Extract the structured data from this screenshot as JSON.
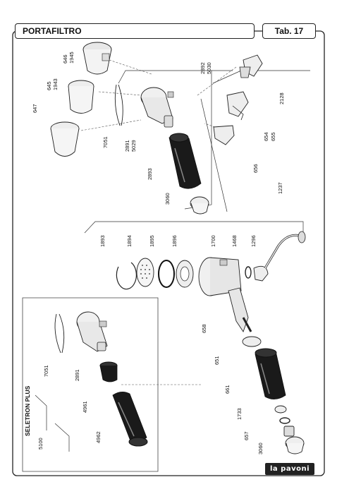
{
  "header": {
    "title": "PORTAFILTRO",
    "tab": "Tab. 17"
  },
  "logo": {
    "text": "la pavoni",
    "kind": "brand-logo"
  },
  "section": {
    "title": "SELETRON PLUS"
  },
  "parts": {
    "p646_1945": [
      "646",
      "1945"
    ],
    "p645_1943": [
      "645",
      "1943"
    ],
    "p647": "647",
    "p7051_top": "7051",
    "p2891_5029": [
      "2891",
      "5029"
    ],
    "p2892_5030": [
      "2892",
      "5030"
    ],
    "p2893": "2893",
    "p3060_top": "3060",
    "p2128": "2128",
    "p654_655": [
      "654",
      "655"
    ],
    "p656": "656",
    "p1237": "1237",
    "p1893": "1893",
    "p1894": "1894",
    "p1895": "1895",
    "p1896": "1896",
    "p1700": "1700",
    "p1468": "1468",
    "p1296": "1296",
    "p658": "658",
    "p651": "651",
    "p661": "661",
    "p1733": "1733",
    "p657": "657",
    "p3060_bot": "3060",
    "p7051_bot": "7051",
    "p2891_bot": "2891",
    "p4961": "4961",
    "p4962": "4962",
    "p5100": "5100"
  }
}
